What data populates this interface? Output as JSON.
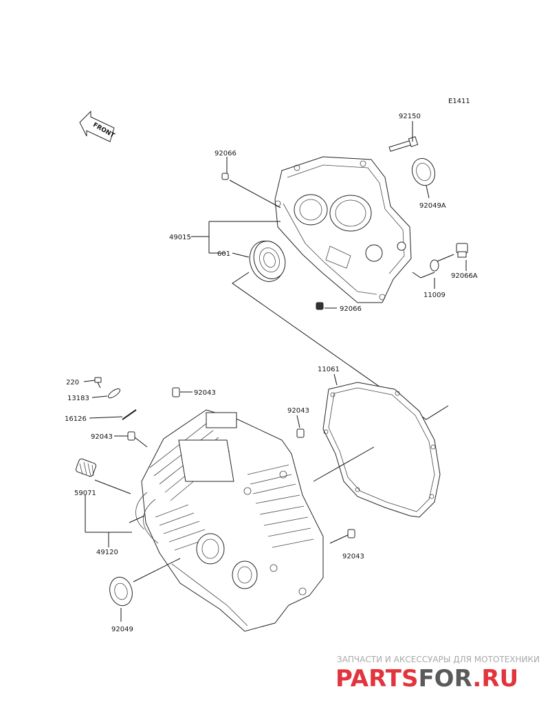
{
  "figure_code": "E1411",
  "front_label": "FRONT",
  "parts": {
    "p92150": "92150",
    "p92066_top": "92066",
    "p92049A": "92049A",
    "p49015": "49015",
    "p601": "601",
    "p11009": "11009",
    "p92066A": "92066A",
    "p92066_bottom": "92066",
    "p11061": "11061",
    "p220": "220",
    "p13183": "13183",
    "p16126": "16126",
    "p92043_a": "92043",
    "p92043_b": "92043",
    "p92043_c": "92043",
    "p92043_d": "92043",
    "p59071": "59071",
    "p49120": "49120",
    "p92049": "92049"
  },
  "watermark": {
    "tagline": "ЗАПЧАСТИ И АКСЕССУАРЫ ДЛЯ МОТОТЕХНИКИ",
    "brand_a": "PARTS",
    "brand_b": "FOR",
    "brand_c": ".RU",
    "color_red": "#e2343c",
    "color_dark": "#5a5a5a"
  }
}
